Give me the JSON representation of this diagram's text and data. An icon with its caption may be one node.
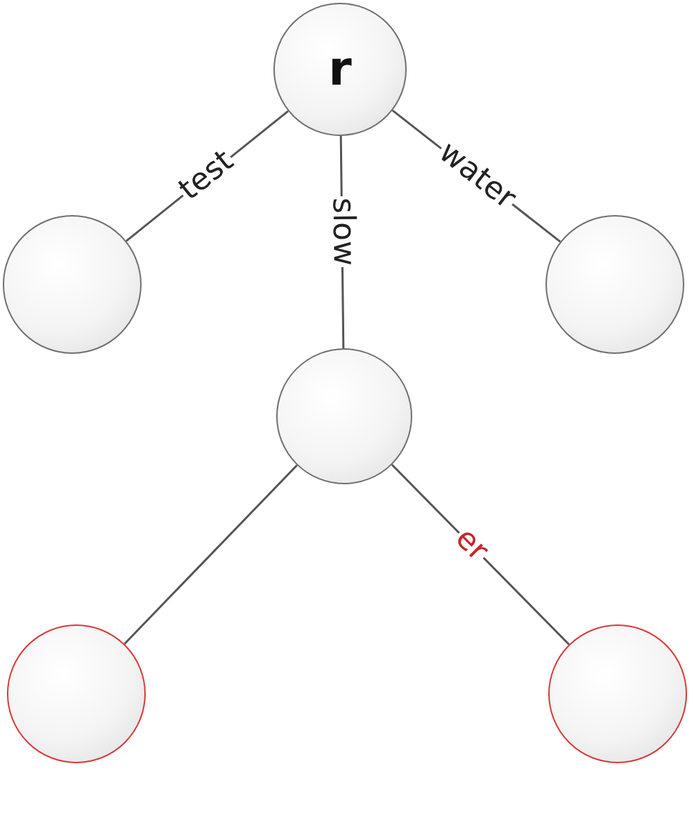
{
  "diagram": {
    "nodes": [
      {
        "text": [
          "r"
        ]
      },
      {
        "text": [],
        "shape": "circle"
      },
      {
        "text": [],
        "shape": "circle"
      },
      {
        "text": [],
        "shape": "circle"
      },
      {
        "text": [],
        "shape": "circle"
      },
      {
        "text": [],
        "shape": "circle"
      }
    ],
    "edges": [
      {
        "from": 0,
        "to": 1,
        "arrow": "none",
        "label": "test"
      },
      {
        "from": 0,
        "to": 3,
        "arrow": "none",
        "label": "slow"
      },
      {
        "from": 0,
        "to": 2,
        "arrow": "none",
        "label": "water"
      },
      {
        "from": 3,
        "to": 4,
        "arrow": "none"
      },
      {
        "from": 3,
        "to": 5,
        "arrow": "none",
        "label": "er"
      }
    ]
  }
}
